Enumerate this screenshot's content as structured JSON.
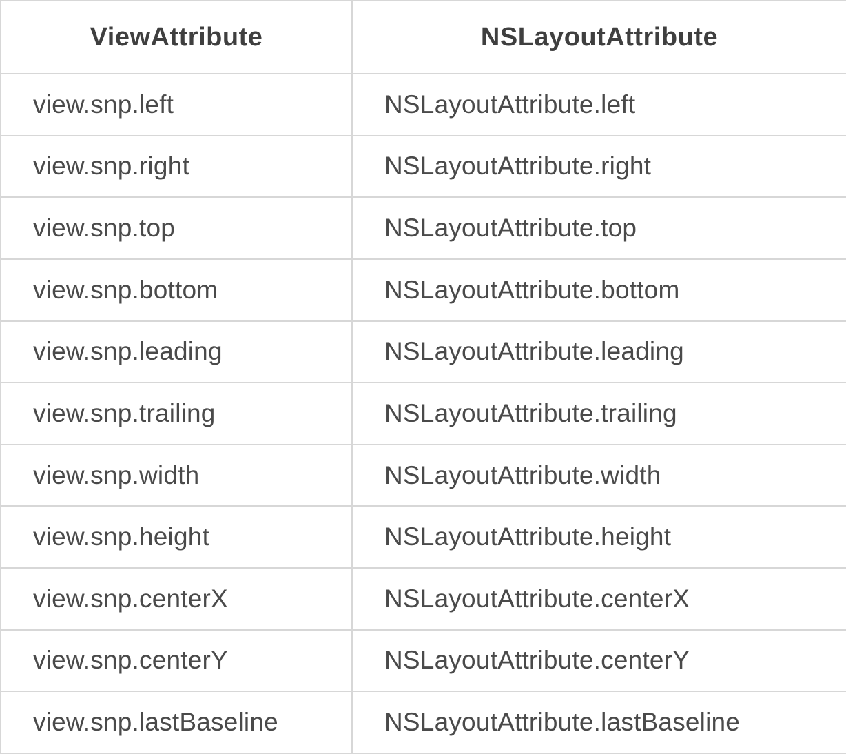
{
  "table": {
    "columns": [
      {
        "label": "ViewAttribute"
      },
      {
        "label": "NSLayoutAttribute"
      }
    ],
    "rows": [
      {
        "view": "view.snp.left",
        "ns": "NSLayoutAttribute.left"
      },
      {
        "view": "view.snp.right",
        "ns": "NSLayoutAttribute.right"
      },
      {
        "view": "view.snp.top",
        "ns": "NSLayoutAttribute.top"
      },
      {
        "view": "view.snp.bottom",
        "ns": "NSLayoutAttribute.bottom"
      },
      {
        "view": "view.snp.leading",
        "ns": "NSLayoutAttribute.leading"
      },
      {
        "view": "view.snp.trailing",
        "ns": "NSLayoutAttribute.trailing"
      },
      {
        "view": "view.snp.width",
        "ns": "NSLayoutAttribute.width"
      },
      {
        "view": "view.snp.height",
        "ns": "NSLayoutAttribute.height"
      },
      {
        "view": "view.snp.centerX",
        "ns": "NSLayoutAttribute.centerX"
      },
      {
        "view": "view.snp.centerY",
        "ns": "NSLayoutAttribute.centerY"
      },
      {
        "view": "view.snp.lastBaseline",
        "ns": "NSLayoutAttribute.lastBaseline"
      }
    ],
    "colors": {
      "border": "#d7d7d7",
      "header_text": "#3f3f3f",
      "body_text": "#4a4a4a",
      "background": "#ffffff"
    }
  }
}
